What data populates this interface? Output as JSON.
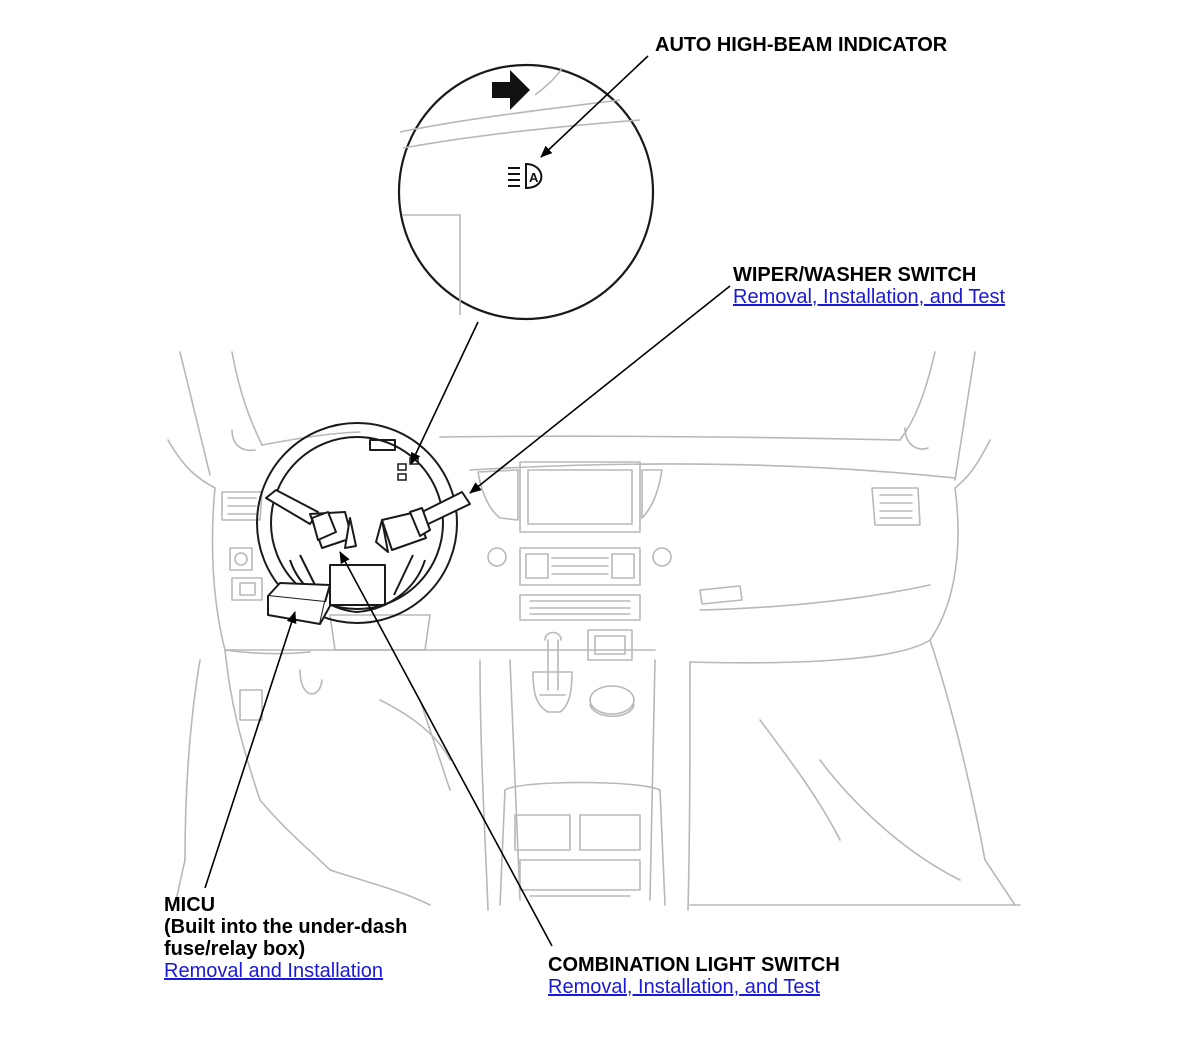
{
  "callouts": {
    "auto_high_beam": {
      "title": "AUTO HIGH-BEAM INDICATOR"
    },
    "wiper_washer": {
      "title": "WIPER/WASHER SWITCH",
      "link": "Removal, Installation, and Test"
    },
    "micu": {
      "title_line1": "MICU",
      "title_line2": "(Built into the under-dash",
      "title_line3": "fuse/relay box)",
      "link": "Removal and Installation"
    },
    "combination_light": {
      "title": "COMBINATION LIGHT SWITCH",
      "link": "Removal, Installation, and Test"
    }
  },
  "icons": {
    "indicator_symbol": "A",
    "arrow": "right-arrow-icon"
  },
  "colors": {
    "drawing_light": "#b8b8b8",
    "drawing_dark": "#000000",
    "link": "#1a1ad6"
  }
}
